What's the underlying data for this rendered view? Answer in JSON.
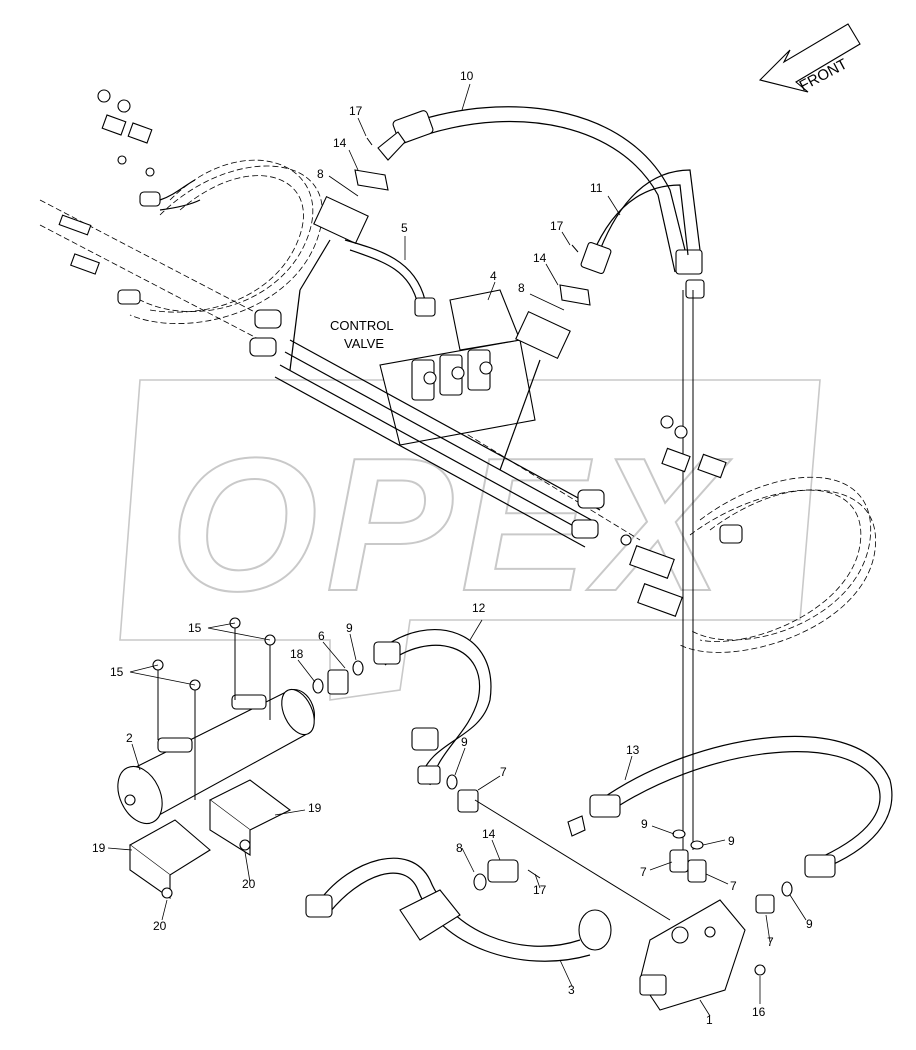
{
  "direction_arrow": {
    "label": "FRONT"
  },
  "watermark": {
    "text": "OPEX"
  },
  "component_label": {
    "line1": "CONTROL",
    "line2": "VALVE"
  },
  "callouts": [
    {
      "id": "c10",
      "text": "10"
    },
    {
      "id": "c17a",
      "text": "17"
    },
    {
      "id": "c14a",
      "text": "14"
    },
    {
      "id": "c8a",
      "text": "8"
    },
    {
      "id": "c5",
      "text": "5"
    },
    {
      "id": "c11",
      "text": "11"
    },
    {
      "id": "c17b",
      "text": "17"
    },
    {
      "id": "c14b",
      "text": "14"
    },
    {
      "id": "c4",
      "text": "4"
    },
    {
      "id": "c8b",
      "text": "8"
    },
    {
      "id": "c15a",
      "text": "15"
    },
    {
      "id": "c15b",
      "text": "15"
    },
    {
      "id": "c6",
      "text": "6"
    },
    {
      "id": "c9a",
      "text": "9"
    },
    {
      "id": "c12",
      "text": "12"
    },
    {
      "id": "c18",
      "text": "18"
    },
    {
      "id": "c2",
      "text": "2"
    },
    {
      "id": "c9b",
      "text": "9"
    },
    {
      "id": "c7a",
      "text": "7"
    },
    {
      "id": "c13",
      "text": "13"
    },
    {
      "id": "c19a",
      "text": "19"
    },
    {
      "id": "c19b",
      "text": "19"
    },
    {
      "id": "c14c",
      "text": "14"
    },
    {
      "id": "c8c",
      "text": "8"
    },
    {
      "id": "c9c",
      "text": "9"
    },
    {
      "id": "c9d",
      "text": "9"
    },
    {
      "id": "c7b",
      "text": "7"
    },
    {
      "id": "c7c",
      "text": "7"
    },
    {
      "id": "c20a",
      "text": "20"
    },
    {
      "id": "c17c",
      "text": "17"
    },
    {
      "id": "c7d",
      "text": "7"
    },
    {
      "id": "c9e",
      "text": "9"
    },
    {
      "id": "c20b",
      "text": "20"
    },
    {
      "id": "c3",
      "text": "3"
    },
    {
      "id": "c16",
      "text": "16"
    },
    {
      "id": "c1",
      "text": "1"
    }
  ]
}
